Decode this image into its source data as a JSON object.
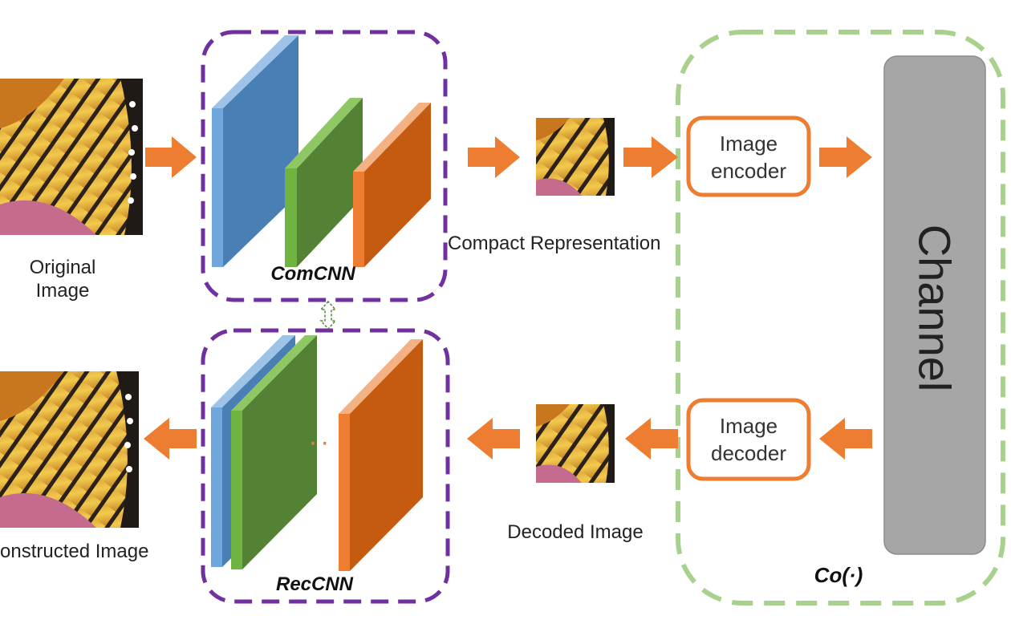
{
  "diagram": {
    "original_image_label_line1": "Original",
    "original_image_label_line2": "Image",
    "reconstructed_image_label": "onstructed Image",
    "comcnn_label": "ComCNN",
    "reccnn_label": "RecCNN",
    "compact_representation_label": "Compact Representation",
    "decoded_image_label": "Decoded Image",
    "encoder_line1": "Image",
    "encoder_line2": "encoder",
    "decoder_line1": "Image",
    "decoder_line2": "decoder",
    "channel_label": "Channel",
    "co_label": "Co(·)",
    "dots": "· ·"
  },
  "colors": {
    "arrow": "#ED7D31",
    "purple": "#7030A0",
    "green_dashed": "#A9D18E",
    "blue": "#4A7FB5",
    "green": "#548235",
    "orange_layer": "#C55A11",
    "channel": "#A6A6A6"
  }
}
